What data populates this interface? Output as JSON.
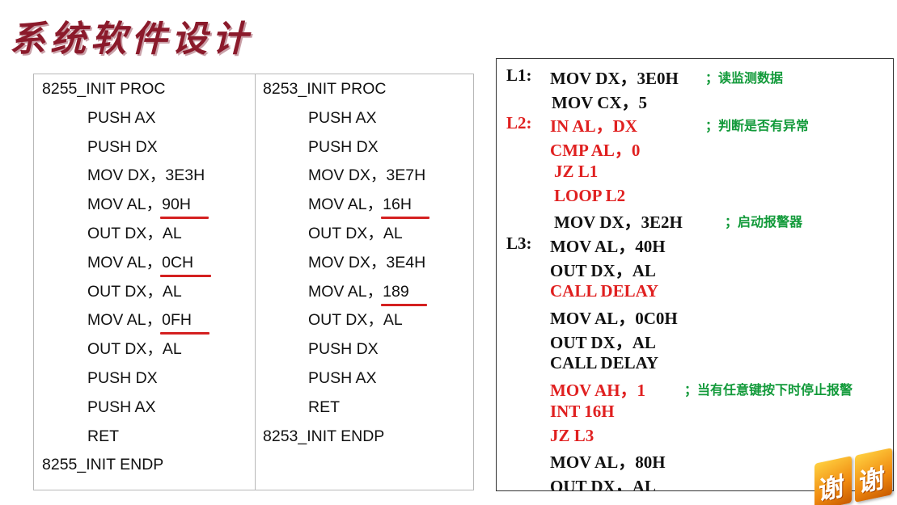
{
  "title": "系统软件设计",
  "left_panel": {
    "col1": [
      {
        "text": "8255_INIT  PROC",
        "indent": false
      },
      {
        "text": "PUSH  AX",
        "indent": true
      },
      {
        "text": "PUSH  DX",
        "indent": true
      },
      {
        "text": "MOV DX，3E3H",
        "indent": true
      },
      {
        "prefix": "MOV AL，",
        "underlined": "90H",
        "indent": true
      },
      {
        "text": "OUT DX，AL",
        "indent": true
      },
      {
        "prefix": "MOV AL，",
        "underlined": "0CH",
        "indent": true
      },
      {
        "text": "OUT DX，AL",
        "indent": true
      },
      {
        "prefix": "MOV AL，",
        "underlined": "0FH",
        "indent": true
      },
      {
        "text": "OUT DX，AL",
        "indent": true
      },
      {
        "text": "PUSH  DX",
        "indent": true
      },
      {
        "text": "PUSH  AX",
        "indent": true
      },
      {
        "text": "RET",
        "indent": true
      },
      {
        "text": "8255_INIT  ENDP",
        "indent": false
      }
    ],
    "col2": [
      {
        "text": "8253_INIT  PROC",
        "indent": false
      },
      {
        "text": "PUSH  AX",
        "indent": true
      },
      {
        "text": "PUSH  DX",
        "indent": true
      },
      {
        "text": "MOV DX，3E7H",
        "indent": true
      },
      {
        "prefix": "MOV AL，",
        "underlined": "16H",
        "indent": true
      },
      {
        "text": "OUT DX，AL",
        "indent": true
      },
      {
        "text": "MOV DX，3E4H",
        "indent": true
      },
      {
        "prefix": "MOV AL，",
        "underlined": "189",
        "indent": true
      },
      {
        "text": "OUT DX，AL",
        "indent": true
      },
      {
        "text": "PUSH  DX",
        "indent": true
      },
      {
        "text": "PUSH  AX",
        "indent": true
      },
      {
        "text": "RET",
        "indent": true
      },
      {
        "text": "8253_INIT  ENDP",
        "indent": false
      }
    ]
  },
  "right_panel": {
    "lines": [
      {
        "label": "L1:",
        "code": "MOV DX，3E0H",
        "color": "#111111",
        "indent": 0
      },
      {
        "label": "",
        "code": "MOV  CX，5",
        "color": "#111111",
        "indent": 1
      },
      {
        "label": "L2:",
        "code": "IN AL，DX",
        "color": "#e02020",
        "indent": 0
      },
      {
        "label": "",
        "code": "CMP  AL，0",
        "color": "#e02020",
        "indent": 0
      },
      {
        "label": "",
        "code": "JZ L1",
        "color": "#e02020",
        "indent": 2
      },
      {
        "label": "",
        "code": "LOOP  L2",
        "color": "#e02020",
        "indent": 2
      },
      {
        "label": "",
        "code": "MOV  DX，3E2H",
        "color": "#111111",
        "indent": 2
      },
      {
        "label": "L3:",
        "code": "MOV  AL，40H",
        "color": "#111111",
        "indent": 0
      },
      {
        "label": "",
        "code": "OUT  DX，AL",
        "color": "#111111",
        "indent": 0
      },
      {
        "label": "",
        "code": "CALL  DELAY",
        "color": "#e02020",
        "indent": 0
      },
      {
        "label": "",
        "code": "MOV  AL，0C0H",
        "color": "#111111",
        "indent": 0
      },
      {
        "label": "",
        "code": "OUT  DX，AL",
        "color": "#111111",
        "indent": 0
      },
      {
        "label": "",
        "code": "CALL  DELAY",
        "color": "#111111",
        "indent": 0
      },
      {
        "label": "",
        "code": "MOV  AH，1",
        "color": "#e02020",
        "indent": 0
      },
      {
        "label": "",
        "code": "INT  16H",
        "color": "#e02020",
        "indent": 0
      },
      {
        "label": "",
        "code": "JZ  L3",
        "color": "#e02020",
        "indent": 0
      },
      {
        "label": "",
        "code": "MOV  AL，80H",
        "color": "#111111",
        "indent": 0
      },
      {
        "label": "",
        "code": "OUT  DX，AL",
        "color": "#111111",
        "indent": 0
      }
    ],
    "comments": [
      {
        "text": "；读监测数据",
        "line": 0,
        "offset": 258
      },
      {
        "text": "；判断是否有异常",
        "line": 2,
        "offset": 258
      },
      {
        "text": "；启动报警器",
        "line": 6,
        "offset": 282
      },
      {
        "text": "；当有任意键按下时停止报警",
        "line": 13,
        "offset": 232
      }
    ]
  },
  "thanks_badge": [
    "谢",
    "谢"
  ],
  "colors": {
    "title": "#8b1a2b",
    "red": "#e02020",
    "green": "#129a3a",
    "underline": "#d42020"
  }
}
